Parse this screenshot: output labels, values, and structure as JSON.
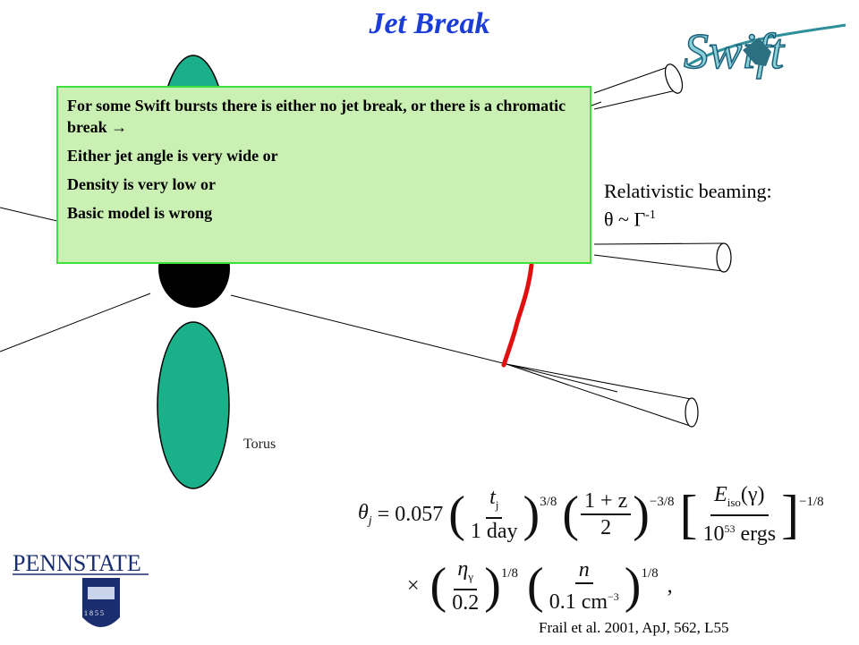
{
  "title": "Jet Break",
  "note": {
    "line1": "For some Swift bursts there is either no jet break, or there is a chromatic break →",
    "line2": "Either jet angle is very wide or",
    "line3": "Density is very low or",
    "line4": "Basic model is wrong"
  },
  "beaming": {
    "label": "Relativistic beaming:",
    "relation_prefix": "θ ~ Γ",
    "relation_exp": "-1"
  },
  "torus_label": "Torus",
  "formula": {
    "lhs": "θ",
    "lhs_sub": "j",
    "coef": "= 0.057",
    "t_num": "t",
    "t_num_sub": "j",
    "t_den": "1 day",
    "t_exp": "3/8",
    "z_num": "1 + z",
    "z_den": "2",
    "z_exp": "−3/8",
    "e_num": "E",
    "e_num_sub": "iso",
    "e_num_tail": "(γ)",
    "e_den_base": "10",
    "e_den_exp": "53",
    "e_den_unit": "ergs",
    "e_exp": "−1/8",
    "times": "×",
    "eta_num": "η",
    "eta_num_sub": "γ",
    "eta_den": "0.2",
    "eta_exp": "1/8",
    "n_num": "n",
    "n_den": "0.1  cm",
    "n_den_exp": "−3",
    "n_exp": "1/8",
    "trail": ","
  },
  "reference": "Frail et al. 2001, ApJ, 562, L55",
  "logos": {
    "swift_text": "Swift",
    "pennstate_text": "PENNSTATE",
    "pennstate_year": "1 8 5 5"
  },
  "colors": {
    "title": "#1a3cd8",
    "torus": "#19b08a",
    "note_bg": "#cbf0b4",
    "note_border": "#3ee03e",
    "jet_front": "#e01010"
  }
}
